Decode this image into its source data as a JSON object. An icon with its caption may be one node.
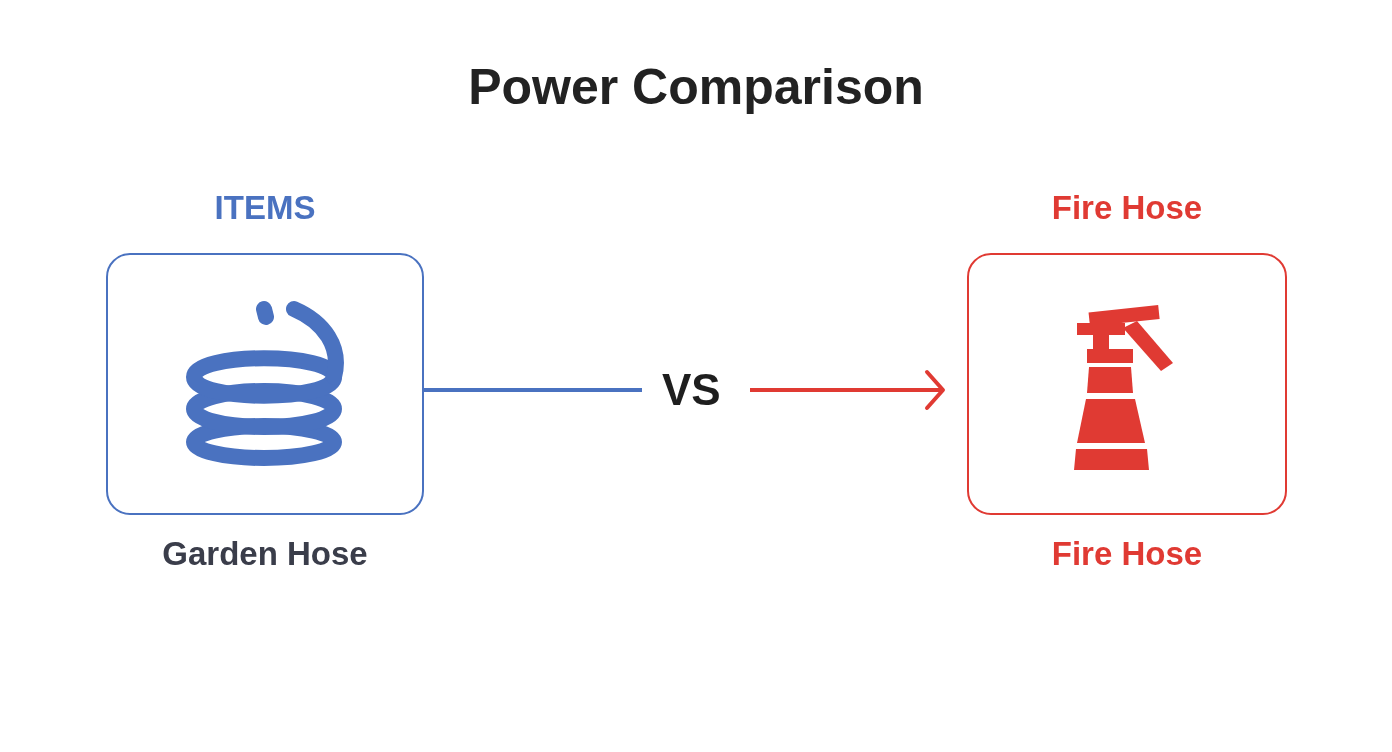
{
  "diagram": {
    "title": "Power Comparison",
    "nodes": [
      {
        "text": [
          "ITEMS",
          "Garden Hose"
        ]
      },
      {
        "text": [
          "VS"
        ]
      },
      {
        "text": [
          "Fire Hose",
          "Fire Hose"
        ]
      }
    ],
    "edges": [
      {
        "from": 0,
        "to": 1,
        "arrow": "none",
        "color": "#4a72c0"
      },
      {
        "from": 1,
        "to": 2,
        "arrow": "to",
        "color": "#e03a33"
      }
    ]
  }
}
